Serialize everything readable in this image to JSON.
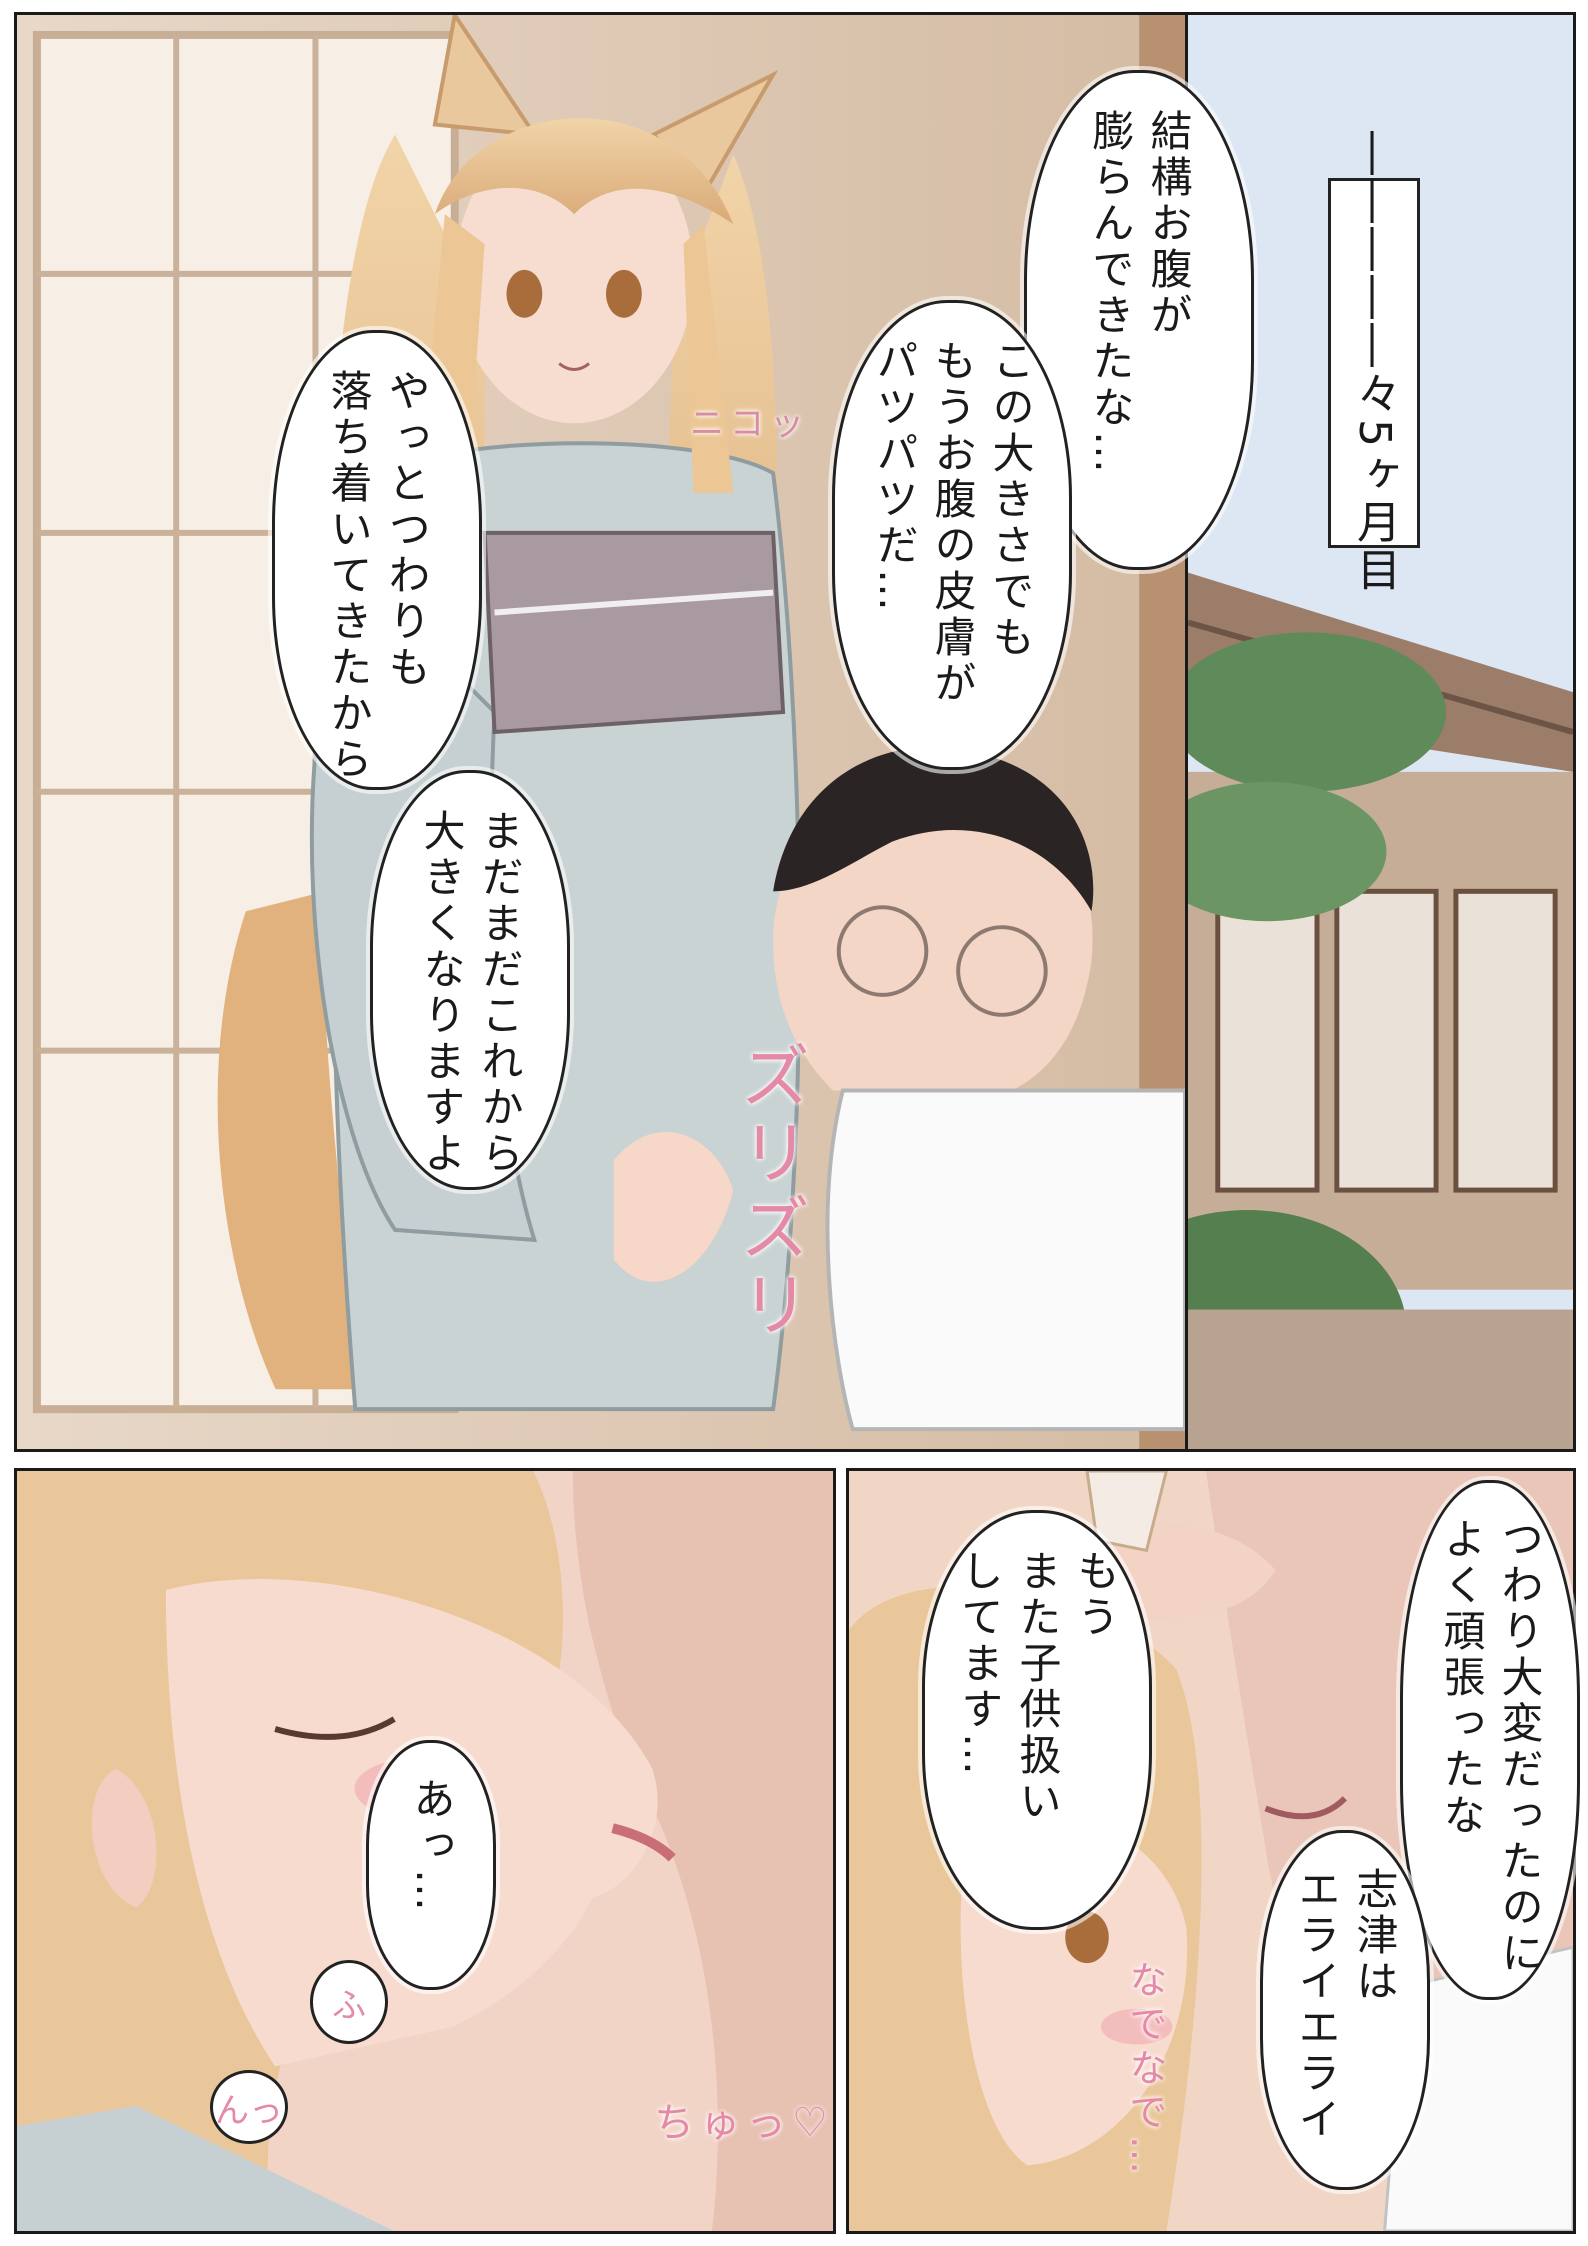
{
  "panel1": {
    "caption": "―――――々5ヶ月目",
    "bubbles": [
      "結構お腹が\n膨らんできたな…",
      "この大きさでも\nもうお腹の皮膚が\nパツパツだ…",
      "やっとつわりも\n落ち着いてきたから",
      "まだまだこれから\n大きくなりますよ"
    ],
    "sfx_smile": "ニコッ",
    "sfx_rub": "ズリズリ"
  },
  "panel2": {
    "bubble": "あっ…",
    "sfx_kiss": "ちゅっ♡",
    "sfx_small1": "ふ",
    "sfx_small2": "んっ"
  },
  "panel3": {
    "bubbles": [
      "つわり大変だったのに\nよく頑張ったな",
      "もう\nまた子供扱い\nしてます…",
      "志津は\nエライエライ"
    ],
    "sfx_pat": "なでなで…"
  },
  "colors": {
    "hair": "#e9c79a",
    "kimono": "#c9d3d4",
    "obi": "#a89aa0",
    "skin": "#f3d4c4",
    "sky": "#dfe8f2",
    "sfx": "#e58aa6"
  }
}
